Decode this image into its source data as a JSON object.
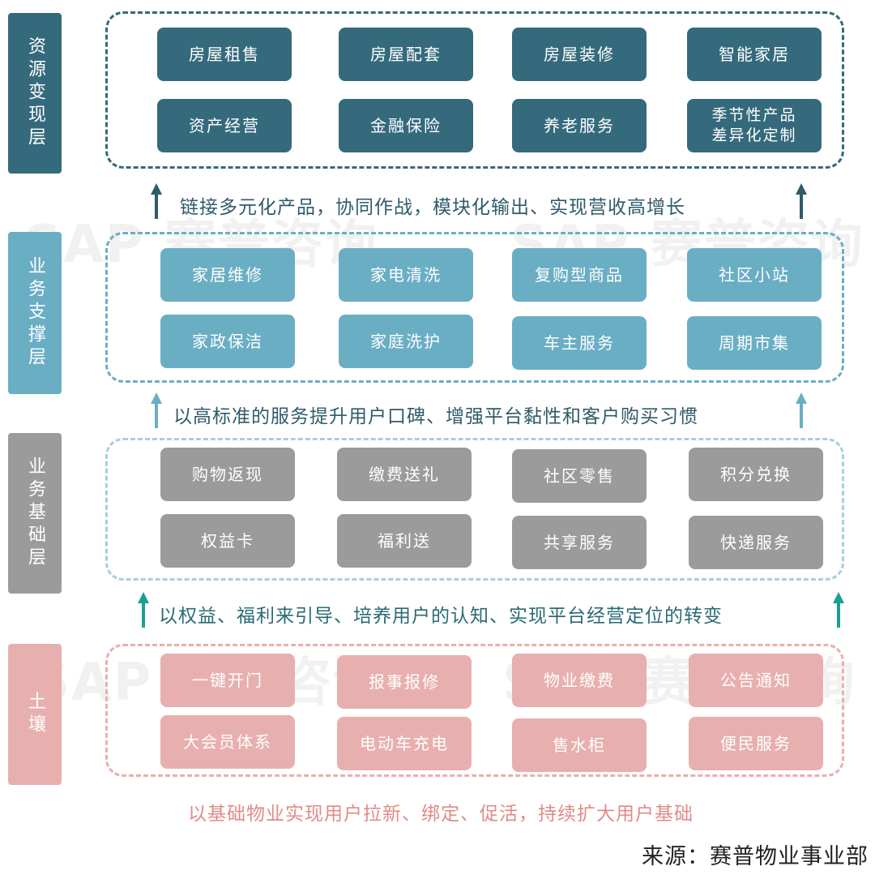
{
  "colors": {
    "layer1": "#356a7c",
    "layer2": "#6aaec4",
    "layer3": "#9b9b9b",
    "layer4": "#e7b0ae",
    "caption1": "#2f5b6b",
    "caption2": "#2f5b6b",
    "caption3": "#2a6a74",
    "caption4": "#e08b87",
    "arrow1": "#2f5b6b",
    "arrow2": "#6aaec4",
    "arrow3": "#1aa093"
  },
  "layers": [
    {
      "label": "资源变现层",
      "items": [
        "房屋租售",
        "房屋配套",
        "房屋装修",
        "智能家居",
        "资产经营",
        "金融保险",
        "养老服务",
        "季节性产品\n差异化定制"
      ]
    },
    {
      "label": "业务支撑层",
      "items": [
        "家居维修",
        "家电清洗",
        "复购型商品",
        "社区小站",
        "家政保洁",
        "家庭洗护",
        "车主服务",
        "周期市集"
      ]
    },
    {
      "label": "业务基础层",
      "items": [
        "购物返现",
        "缴费送礼",
        "社区零售",
        "积分兑换",
        "权益卡",
        "福利送",
        "共享服务",
        "快递服务"
      ]
    },
    {
      "label": "土壤",
      "items": [
        "一键开门",
        "报事报修",
        "物业缴费",
        "公告通知",
        "大会员体系",
        "电动车充电",
        "售水柜",
        "便民服务"
      ]
    }
  ],
  "captions": [
    "链接多元化产品，协同作战，模块化输出、实现营收高增长",
    "以高标准的服务提升用户口碑、增强平台黏性和客户购买习惯",
    "以权益、福利来引导、培养用户的认知、实现平台经营定位的转变",
    "以基础物业实现用户拉新、绑定、促活，持续扩大用户基础"
  ],
  "watermark": "SAP 赛普咨询",
  "source": "来源：赛普物业事业部"
}
